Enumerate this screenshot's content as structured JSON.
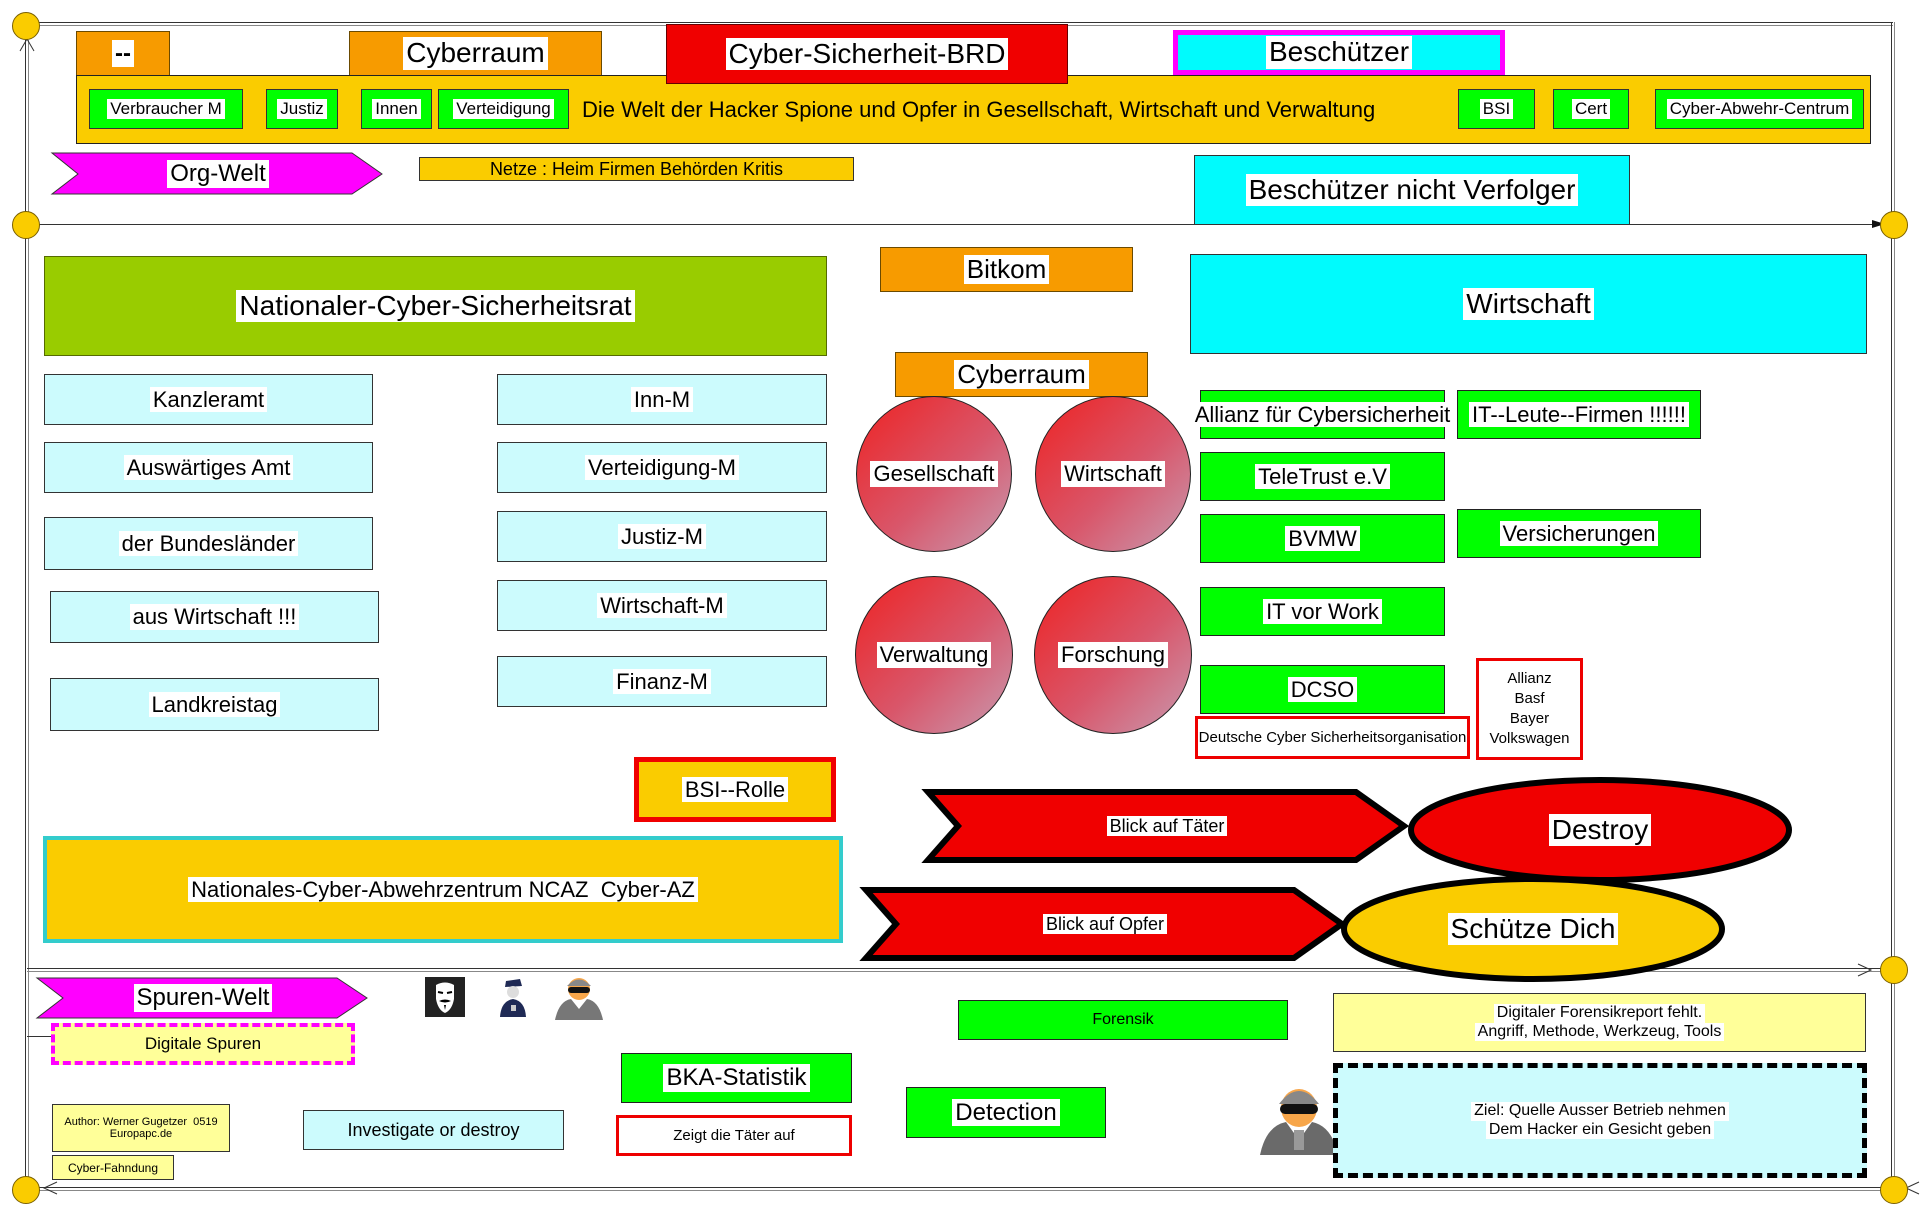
{
  "header": {
    "dash_label": "--",
    "cyberraum_label": "Cyberraum",
    "title": "Cyber-Sicherheit-BRD",
    "beschuetzer_label": "Beschützer",
    "ministries": [
      "Verbraucher M",
      "Justiz",
      "Innen",
      "Verteidigung"
    ],
    "tagline": "Die Welt der Hacker Spione und Opfer in Gesellschaft, Wirtschaft und Verwaltung",
    "agencies": [
      "BSI",
      "Cert",
      "Cyber-Abwehr-Centrum"
    ]
  },
  "org_row": {
    "org_welt": "Org-Welt",
    "netze": "Netze : Heim Firmen Behörden Kritis",
    "beschuetzer_nicht_verfolger": "Beschützer nicht Verfolger"
  },
  "left": {
    "council": "Nationaler-Cyber-Sicherheitsrat",
    "col1": [
      "Kanzleramt",
      "Auswärtiges Amt",
      "der Bundesländer",
      "aus Wirtschaft !!!",
      "Landkreistag"
    ],
    "col2": [
      "Inn-M",
      "Verteidigung-M",
      "Justiz-M",
      "Wirtschaft-M",
      "Finanz-M"
    ],
    "bsi_rolle": "BSI--Rolle",
    "ncaz": "Nationales-Cyber-Abwehrzentrum NCAZ  Cyber-AZ"
  },
  "center": {
    "bitkom": "Bitkom",
    "cyberraum": "Cyberraum",
    "circles": [
      "Gesellschaft",
      "Wirtschaft",
      "Verwaltung",
      "Forschung"
    ]
  },
  "right": {
    "wirtschaft": "Wirtschaft",
    "col1": [
      "Allianz für Cybersicherheit",
      "TeleTrust e.V",
      "BVMW",
      "IT vor Work",
      "DCSO"
    ],
    "col2": [
      "IT--Leute--Firmen !!!!!!",
      "Versicherungen"
    ],
    "dcso_note": "Deutsche Cyber Sicherheitsorganisation",
    "companies": [
      "Allianz",
      "Basf",
      "Bayer",
      "Volkswagen"
    ]
  },
  "actions": {
    "arrow_taeter": "Blick auf Täter",
    "destroy": "Destroy",
    "arrow_opfer": "Blick auf Opfer",
    "schuetze": "Schütze Dich"
  },
  "spuren": {
    "spuren_welt": "Spuren-Welt",
    "digitale_spuren": "Digitale Spuren",
    "icons": [
      "anonymous-mask-icon",
      "police-officer-icon",
      "spy-hacker-icon"
    ],
    "author_line1": "Author: Werner Gugetzer  0519",
    "author_line2": "Europapc.de",
    "cyber_fahndung": "Cyber-Fahndung",
    "investigate": "Investigate or destroy",
    "bka": "BKA-Statistik",
    "zeigt": "Zeigt die Täter auf",
    "forensik": "Forensik",
    "detection": "Detection",
    "report_line1": "Digitaler Forensikreport fehlt.",
    "report_line2": "Angriff, Methode, Werkzeug, Tools",
    "ziel_line1": "Ziel: Quelle Ausser Betrieb nehmen",
    "ziel_line2": "Dem Hacker ein Gesicht geben"
  },
  "colors": {
    "orange": "#f79b00",
    "gold": "#facc00",
    "red": "#f00000",
    "cyan": "#00fbfd",
    "magenta": "#ff00ff",
    "green": "#00ff00",
    "lime": "#99cc00",
    "light_cyan": "#ccfbfd",
    "pale_yellow": "#ffff99"
  }
}
